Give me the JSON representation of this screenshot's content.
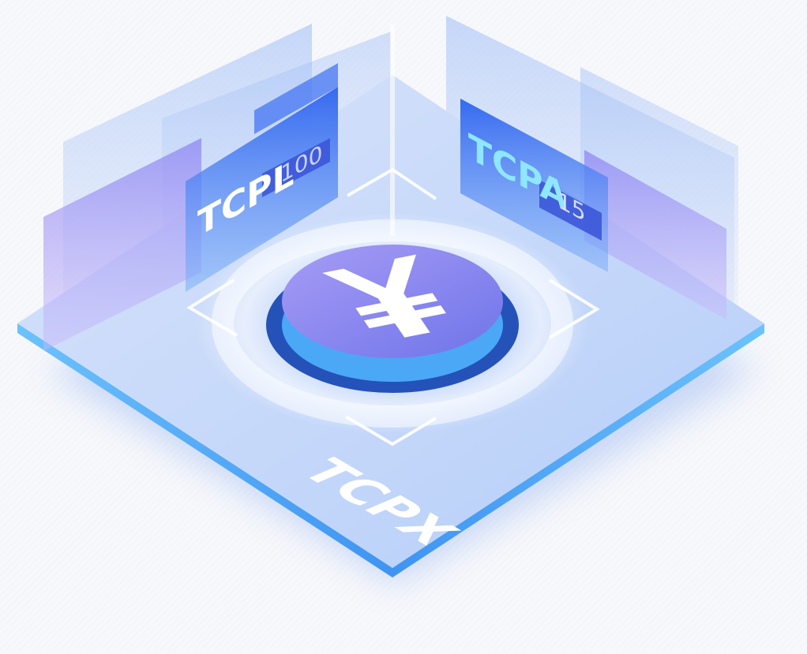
{
  "labels": {
    "platform": "TCPX",
    "left_panel": "TCPL",
    "left_value": "100",
    "right_panel": "TCPA",
    "right_value": "15",
    "currency_symbol": "¥"
  },
  "colors": {
    "background": "#f7f8fb",
    "platform_top": "#c9dcfb",
    "platform_edge": "#3ea0f5",
    "panel_blue": "#2f6ff0",
    "panel_purple": "#b7a6f6",
    "coin_top": "#8f86f0",
    "coin_side": "#4aa8f7",
    "coin_hole": "#2552b8",
    "value_badge": "#3c57d8"
  }
}
